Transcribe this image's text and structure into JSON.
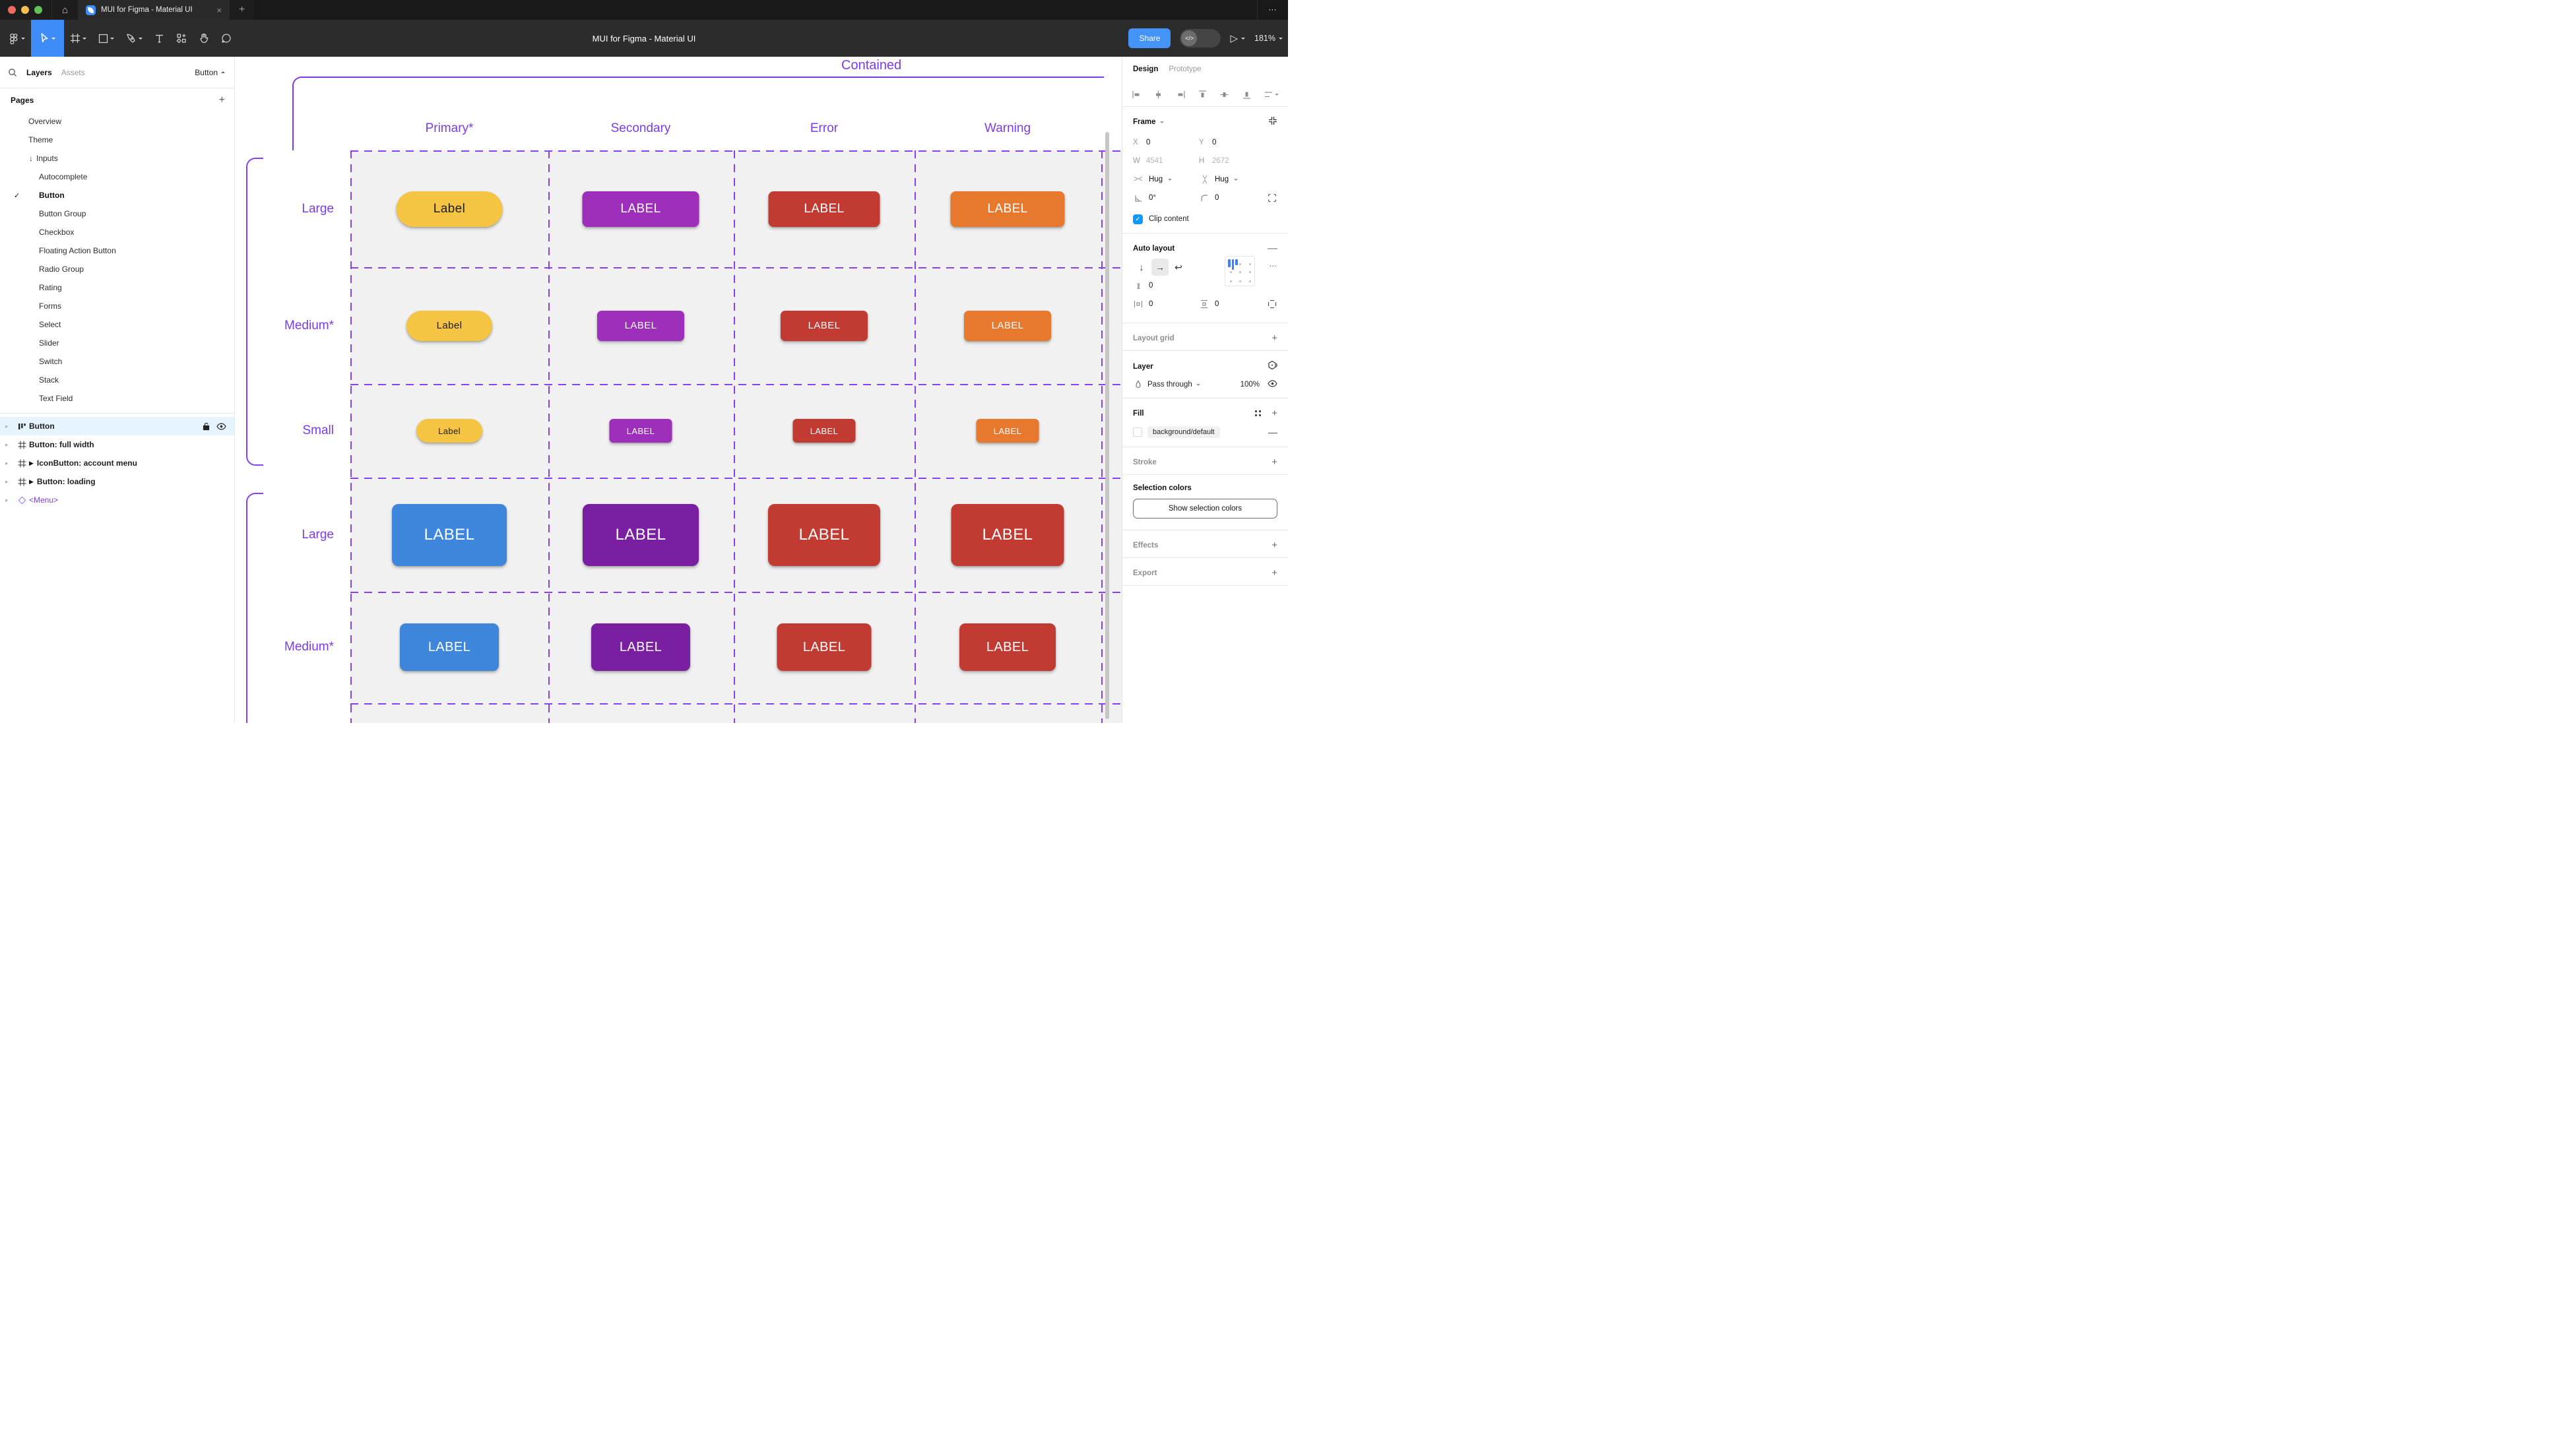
{
  "window": {
    "tab_title": "MUI for Figma - Material UI",
    "close_glyph": "×",
    "newtab_glyph": "+",
    "home_glyph": "⌂",
    "overflow_glyph": "⋯"
  },
  "toolbar": {
    "doc_title": "MUI for Figma - Material UI",
    "share_label": "Share",
    "dev_toggle_glyph": "</>",
    "play_glyph": "▷",
    "zoom_level": "181%"
  },
  "sidebar": {
    "tab_layers": "Layers",
    "tab_assets": "Assets",
    "component_selector": "Button",
    "pages_header": "Pages",
    "pages_add_glyph": "+",
    "pages": [
      {
        "label": "Overview",
        "level": 1
      },
      {
        "label": "Theme",
        "level": 1
      },
      {
        "label": "Inputs",
        "level": 1,
        "arrow": "↓"
      },
      {
        "label": "Autocomplete",
        "level": 2
      },
      {
        "label": "Button",
        "level": 2,
        "checked": true,
        "bold": true
      },
      {
        "label": "Button Group",
        "level": 2
      },
      {
        "label": "Checkbox",
        "level": 2
      },
      {
        "label": "Floating Action Button",
        "level": 2
      },
      {
        "label": "Radio Group",
        "level": 2
      },
      {
        "label": "Rating",
        "level": 2
      },
      {
        "label": "Forms",
        "level": 2
      },
      {
        "label": "Select",
        "level": 2
      },
      {
        "label": "Slider",
        "level": 2
      },
      {
        "label": "Switch",
        "level": 2
      },
      {
        "label": "Stack",
        "level": 2
      },
      {
        "label": "Text Field",
        "level": 2
      }
    ],
    "layers": [
      {
        "name": "Button",
        "icon": "autolayout",
        "selected": true,
        "bold": true
      },
      {
        "name": "Button: full width",
        "icon": "frame",
        "bold": true
      },
      {
        "name": "IconButton: account menu",
        "icon": "frame",
        "marker": true,
        "bold": true
      },
      {
        "name": "Button: loading",
        "icon": "frame",
        "marker": true,
        "bold": true
      },
      {
        "name": "<Menu>",
        "icon": "instance",
        "purple": true
      }
    ]
  },
  "canvas": {
    "frame_label": "Contained",
    "accent": "#8341F0",
    "columns": [
      "Primary*",
      "Secondary",
      "Error",
      "Warning"
    ],
    "rows": [
      {
        "label": "Large",
        "buttons": [
          {
            "text": "Label",
            "bg": "#F5C443",
            "fg": "#1c1b1f",
            "pill": true
          },
          {
            "text": "LABEL",
            "bg": "#9D2FBA",
            "fg": "#ffffff"
          },
          {
            "text": "LABEL",
            "bg": "#C23B33",
            "fg": "#ffffff"
          },
          {
            "text": "LABEL",
            "bg": "#E7792F",
            "fg": "#ffffff"
          }
        ]
      },
      {
        "label": "Medium*",
        "buttons": [
          {
            "text": "Label",
            "bg": "#F5C443",
            "fg": "#1c1b1f",
            "pill": true
          },
          {
            "text": "LABEL",
            "bg": "#9D2FBA",
            "fg": "#ffffff"
          },
          {
            "text": "LABEL",
            "bg": "#C23B33",
            "fg": "#ffffff"
          },
          {
            "text": "LABEL",
            "bg": "#E7792F",
            "fg": "#ffffff"
          }
        ]
      },
      {
        "label": "Small",
        "buttons": [
          {
            "text": "Label",
            "bg": "#F5C443",
            "fg": "#1c1b1f",
            "pill": true
          },
          {
            "text": "LABEL",
            "bg": "#9D2FBA",
            "fg": "#ffffff"
          },
          {
            "text": "LABEL",
            "bg": "#C23B33",
            "fg": "#ffffff"
          },
          {
            "text": "LABEL",
            "bg": "#E7792F",
            "fg": "#ffffff"
          }
        ]
      },
      {
        "label": "Large",
        "buttons": [
          {
            "text": "LABEL",
            "bg": "#3E86DC",
            "fg": "#ffffff"
          },
          {
            "text": "LABEL",
            "bg": "#7B1FA2",
            "fg": "#ffffff"
          },
          {
            "text": "LABEL",
            "bg": "#C23B33",
            "fg": "#ffffff"
          },
          {
            "text": "LABEL",
            "bg": "#C23B33",
            "fg": "#ffffff"
          }
        ]
      },
      {
        "label": "Medium*",
        "buttons": [
          {
            "text": "LABEL",
            "bg": "#3E86DC",
            "fg": "#ffffff"
          },
          {
            "text": "LABEL",
            "bg": "#7B1FA2",
            "fg": "#ffffff"
          },
          {
            "text": "LABEL",
            "bg": "#C23B33",
            "fg": "#ffffff"
          },
          {
            "text": "LABEL",
            "bg": "#C23B33",
            "fg": "#ffffff"
          }
        ]
      }
    ]
  },
  "panel": {
    "tab_design": "Design",
    "tab_prototype": "Prototype",
    "frame": {
      "title": "Frame",
      "x_label": "X",
      "x": "0",
      "y_label": "Y",
      "y": "0",
      "w_label": "W",
      "w": "4541",
      "h_label": "H",
      "h": "2672",
      "hug_h": "Hug",
      "hug_v": "Hug",
      "rotation": "0°",
      "radius": "0",
      "clip_label": "Clip content",
      "check_glyph": "✓"
    },
    "auto_layout": {
      "title": "Auto layout",
      "collapse_glyph": "—",
      "dir_down": "↓",
      "dir_right": "→",
      "dir_wrap": "↩",
      "gap": "0",
      "pad_h": "0",
      "pad_v": "0",
      "more_glyph": "⋯"
    },
    "layout_grid": {
      "title": "Layout grid",
      "add_glyph": "+"
    },
    "layer": {
      "title": "Layer",
      "blend": "Pass through",
      "opacity": "100%"
    },
    "fill": {
      "title": "Fill",
      "token": "background/default",
      "add_glyph": "+",
      "remove_glyph": "—"
    },
    "stroke": {
      "title": "Stroke",
      "add_glyph": "+"
    },
    "selection_colors": {
      "title": "Selection colors",
      "button_label": "Show selection colors"
    },
    "effects": {
      "title": "Effects",
      "add_glyph": "+"
    },
    "export": {
      "title": "Export",
      "add_glyph": "+"
    }
  }
}
